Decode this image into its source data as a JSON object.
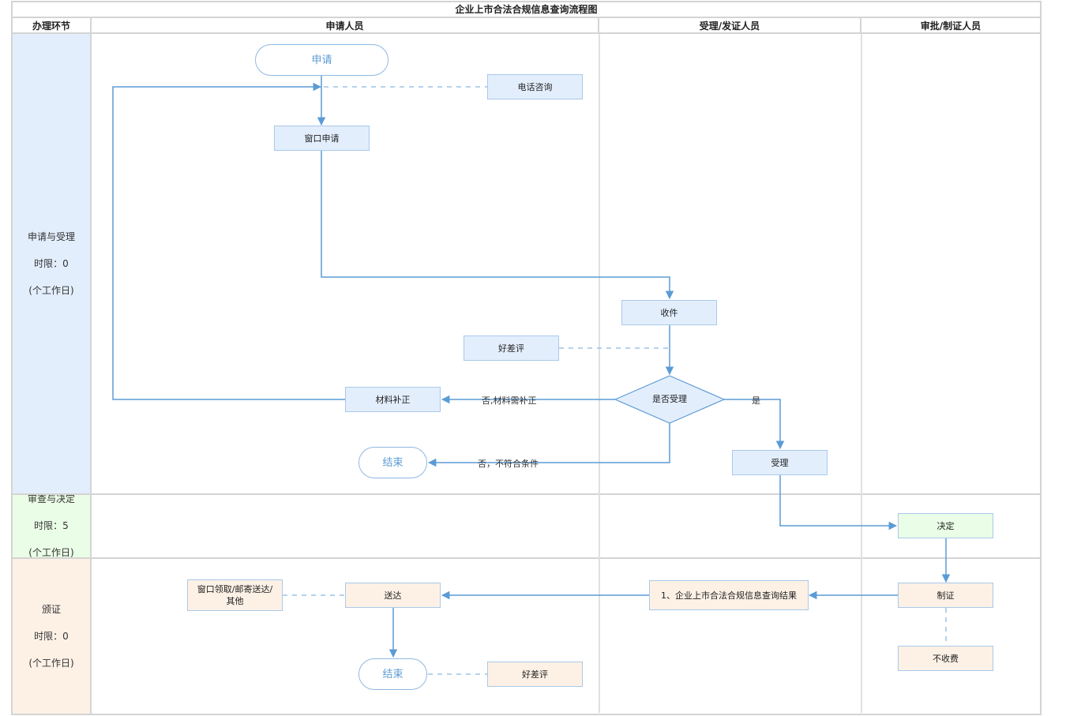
{
  "title": "企业上市合法合规信息查询流程图",
  "headers": {
    "stage": "办理环节",
    "applicant": "申请人员",
    "acceptor": "受理/发证人员",
    "approver": "审批/制证人员"
  },
  "stages": [
    {
      "name": "申请与受理",
      "limit": "时限：0",
      "unit": "(个工作日)",
      "color": "#e3eefd"
    },
    {
      "name": "审查与决定",
      "limit": "时限：5",
      "unit": "(个工作日)",
      "color": "#eafde6"
    },
    {
      "name": "颁证",
      "limit": "时限：0",
      "unit": "(个工作日)",
      "color": "#fdf1e6"
    }
  ],
  "nodes": {
    "apply": "申请",
    "phone_consult": "电话咨询",
    "window_apply": "窗口申请",
    "receive": "收件",
    "rating1": "好差评",
    "decision": "是否受理",
    "supplement": "材料补正",
    "end1": "结束",
    "accept": "受理",
    "decide": "决定",
    "make_cert": "制证",
    "no_fee": "不收费",
    "result": "1、企业上市合法合规信息查询结果",
    "deliver": "送达",
    "delivery_method": "窗口领取/邮寄送达/\n其他",
    "end2": "结束",
    "rating2": "好差评"
  },
  "edge_labels": {
    "no_supplement": "否,材料需补正",
    "no_unqualified": "否，不符合条件",
    "yes": "是"
  },
  "colors": {
    "line": "#5b9bd5",
    "dashed": "#9cc3e6",
    "grid": "#d4d4d4"
  }
}
